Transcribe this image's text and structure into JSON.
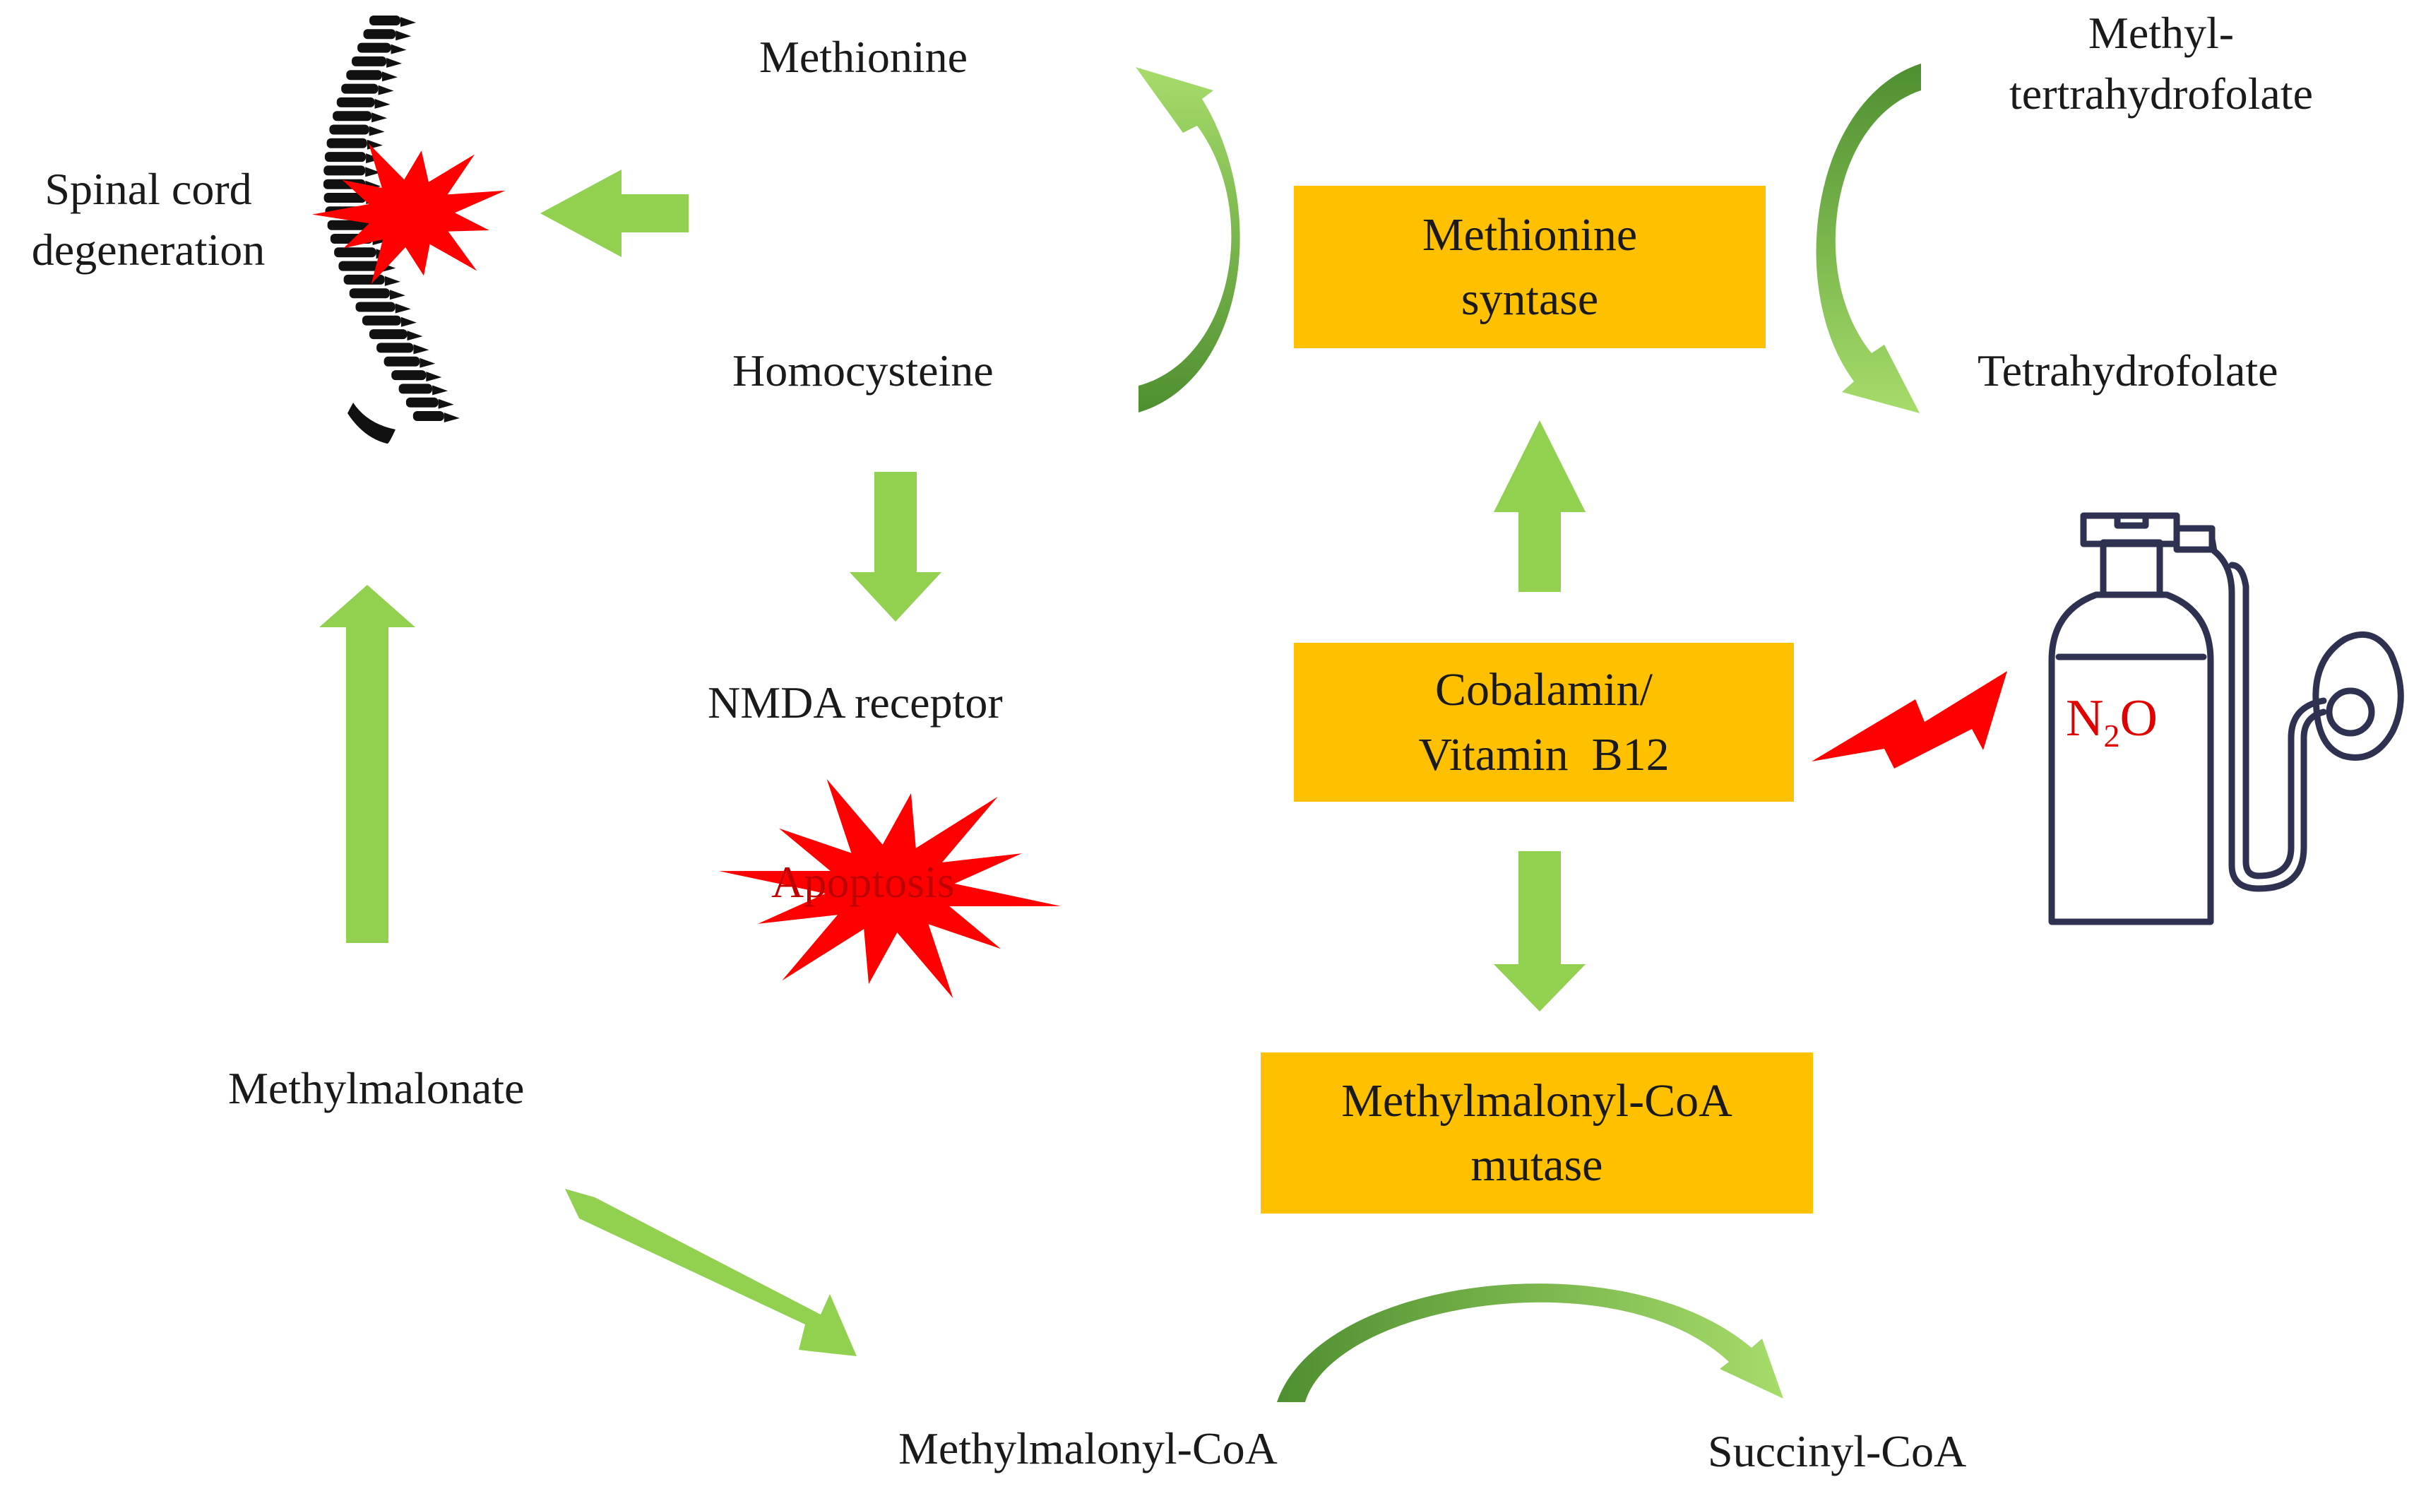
{
  "nodes": {
    "spinal": [
      "Spinal cord",
      "degeneration"
    ],
    "methionine": "Methionine",
    "homocysteine": "Homocysteine",
    "methyl_thf": [
      "Methyl-",
      "tertrahydrofolate"
    ],
    "thf": "Tetrahydrofolate",
    "nmda": "NMDA receptor",
    "apoptosis": "Apoptosis",
    "methylmalonate": "Methylmalonate",
    "methylmalonyl_coa": "Methylmalonyl-CoA",
    "succinyl_coa": "Succinyl-CoA"
  },
  "boxes": {
    "methionine_synthase": [
      "Methionine",
      "syntase"
    ],
    "cobalamin": [
      "Cobalamin/",
      "Vitamin  B12"
    ],
    "mutase": [
      "Methylmalonyl-CoA",
      "mutase"
    ]
  },
  "tank": {
    "label_main": "N",
    "label_sub": "2",
    "label_end": "O"
  },
  "icons": [
    "spine-icon",
    "burst-icon",
    "lightning-bolt-icon",
    "gas-tank-icon",
    "mask-icon"
  ],
  "colors": {
    "arrow": "#92d050",
    "arrow_dark": "#5e9e3a",
    "box": "#ffc000",
    "burst": "#ff0000",
    "tank": "#2e3250",
    "n2o_text": "#e00000"
  }
}
